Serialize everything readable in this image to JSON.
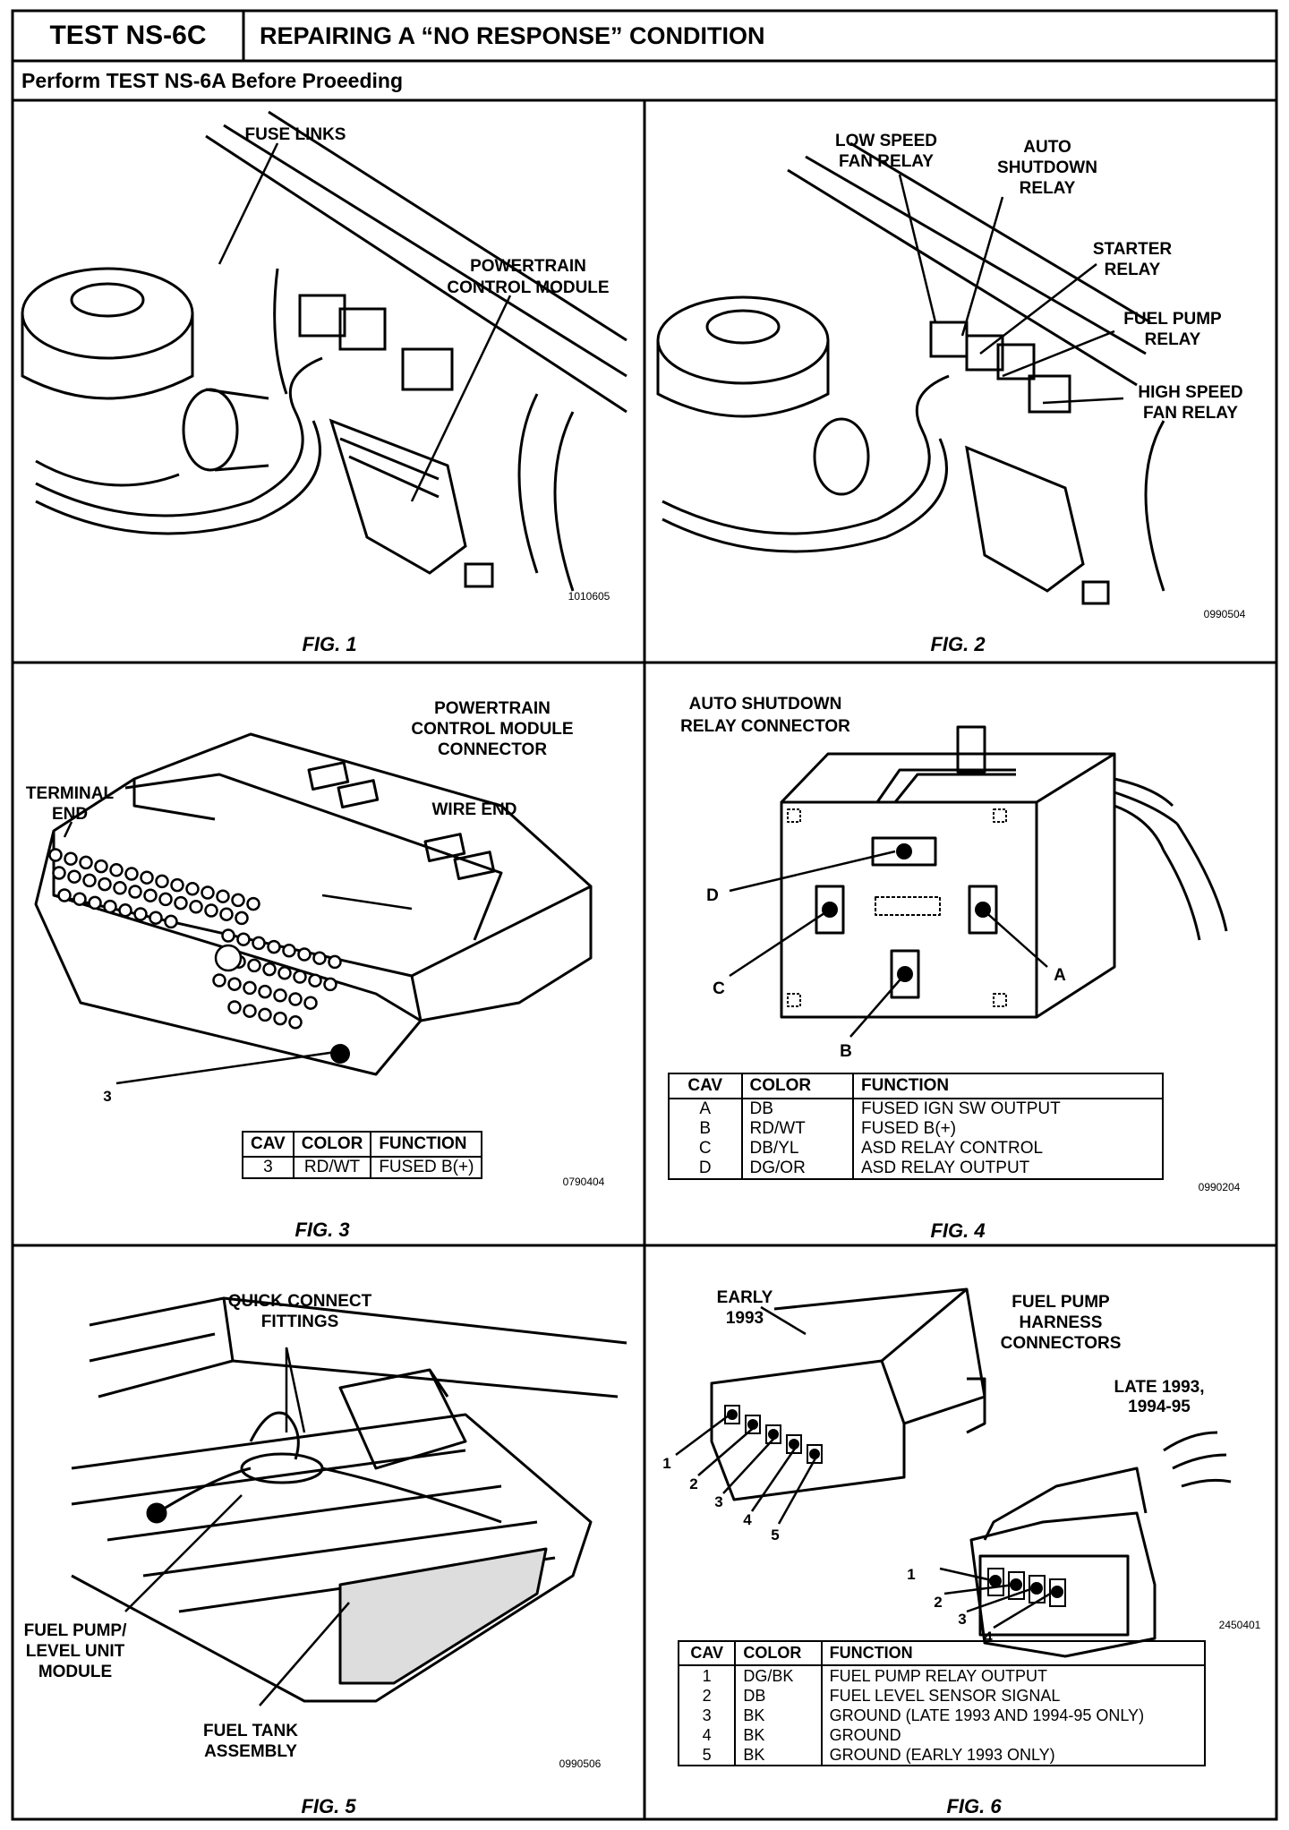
{
  "header": {
    "test_id": "TEST NS-6C",
    "title": "REPAIRING A “NO RESPONSE” CONDITION",
    "subtitle": "Perform TEST NS-6A Before Proeeding"
  },
  "fig1": {
    "caption": "FIG. 1",
    "labels": {
      "fuse_links": "FUSE LINKS",
      "pcm_line1": "POWERTRAIN",
      "pcm_line2": "CONTROL MODULE"
    },
    "code": "1010605"
  },
  "fig2": {
    "caption": "FIG. 2",
    "labels": {
      "low_speed_1": "LOW SPEED",
      "low_speed_2": "FAN RELAY",
      "asd_1": "AUTO",
      "asd_2": "SHUTDOWN",
      "asd_3": "RELAY",
      "starter_1": "STARTER",
      "starter_2": "RELAY",
      "fuel_pump_1": "FUEL PUMP",
      "fuel_pump_2": "RELAY",
      "high_speed_1": "HIGH SPEED",
      "high_speed_2": "FAN RELAY"
    },
    "code": "0990504"
  },
  "fig3": {
    "caption": "FIG. 3",
    "labels": {
      "conn_1": "POWERTRAIN",
      "conn_2": "CONTROL MODULE",
      "conn_3": "CONNECTOR",
      "terminal_1": "TERMINAL",
      "terminal_2": "END",
      "wire_end": "WIRE  END",
      "pin": "3"
    },
    "table": {
      "headers": [
        "CAV",
        "COLOR",
        "FUNCTION"
      ],
      "rows": [
        [
          "3",
          "RD/WT",
          "FUSED B(+)"
        ]
      ]
    },
    "code": "0790404"
  },
  "fig4": {
    "caption": "FIG. 4",
    "labels": {
      "title_1": "AUTO SHUTDOWN",
      "title_2": "RELAY CONNECTOR",
      "a": "A",
      "b": "B",
      "c": "C",
      "d": "D"
    },
    "table": {
      "headers": [
        "CAV",
        "COLOR",
        "FUNCTION"
      ],
      "rows": [
        [
          "A",
          "DB",
          "FUSED IGN SW OUTPUT"
        ],
        [
          "B",
          "RD/WT",
          "FUSED B(+)"
        ],
        [
          "C",
          "DB/YL",
          "ASD RELAY CONTROL"
        ],
        [
          "D",
          "DG/OR",
          "ASD RELAY OUTPUT"
        ]
      ]
    },
    "code": "0990204"
  },
  "fig5": {
    "caption": "FIG. 5",
    "labels": {
      "qc_1": "QUICK CONNECT",
      "qc_2": "FITTINGS",
      "fp_1": "FUEL PUMP/",
      "fp_2": "LEVEL UNIT",
      "fp_3": "MODULE",
      "tank_1": "FUEL TANK",
      "tank_2": "ASSEMBLY"
    },
    "code": "0990506"
  },
  "fig6": {
    "caption": "FIG. 6",
    "labels": {
      "early_1": "EARLY",
      "early_2": "1993",
      "harness_1": "FUEL PUMP",
      "harness_2": "HARNESS",
      "harness_3": "CONNECTORS",
      "late_1": "LATE 1993,",
      "late_2": "1994-95",
      "e1": "1",
      "e2": "2",
      "e3": "3",
      "e4": "4",
      "e5": "5",
      "l1": "1",
      "l2": "2",
      "l3": "3",
      "l4": "4"
    },
    "table": {
      "headers": [
        "CAV",
        "COLOR",
        "FUNCTION"
      ],
      "rows": [
        [
          "1",
          "DG/BK",
          "FUEL PUMP RELAY OUTPUT"
        ],
        [
          "2",
          "DB",
          "FUEL LEVEL SENSOR SIGNAL"
        ],
        [
          "3",
          "BK",
          "GROUND (LATE 1993 AND 1994-95 ONLY)"
        ],
        [
          "4",
          "BK",
          "GROUND"
        ],
        [
          "5",
          "BK",
          "GROUND (EARLY 1993 ONLY)"
        ]
      ]
    },
    "code": "2450401"
  }
}
